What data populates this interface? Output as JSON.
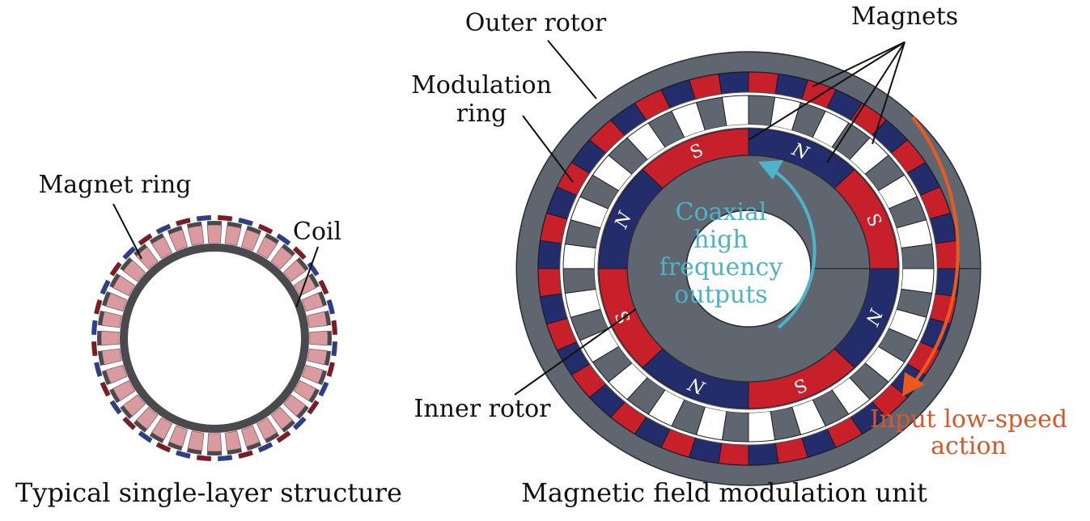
{
  "left_diagram": {
    "caption": "Typical single-layer structure",
    "labels": {
      "magnet_ring": "Magnet ring",
      "coil": "Coil"
    },
    "coil_count": 36,
    "colors": {
      "coil": "#d99aa0",
      "core": "#4a4a4e",
      "magnet_red": "#7a1e26",
      "magnet_blue": "#2f3f86"
    }
  },
  "right_diagram": {
    "caption": "Magnetic field modulation unit",
    "labels": {
      "outer_rotor": "Outer rotor",
      "modulation_ring": [
        "Modulation",
        "ring"
      ],
      "magnets": "Magnets",
      "inner_rotor": "Inner rotor",
      "center_text": [
        "Coaxial",
        "high",
        "frequency",
        "outputs"
      ],
      "input_text": [
        "Input low-speed",
        "action"
      ]
    },
    "inner_poles": [
      {
        "pole": "S",
        "color": "red"
      },
      {
        "pole": "N",
        "color": "blue"
      },
      {
        "pole": "S",
        "color": "red"
      },
      {
        "pole": "N",
        "color": "blue"
      },
      {
        "pole": "S",
        "color": "red"
      },
      {
        "pole": "N",
        "color": "blue"
      },
      {
        "pole": "S",
        "color": "red"
      },
      {
        "pole": "N",
        "color": "blue"
      }
    ],
    "outer_magnet_count": 44,
    "modulation_piece_count": 22,
    "colors": {
      "red": "#c8202a",
      "blue": "#232d6b",
      "steel": "#5f6670",
      "white": "#ffffff",
      "output_arrow": "#4db3c8",
      "input_arrow": "#ea5a1f"
    }
  }
}
